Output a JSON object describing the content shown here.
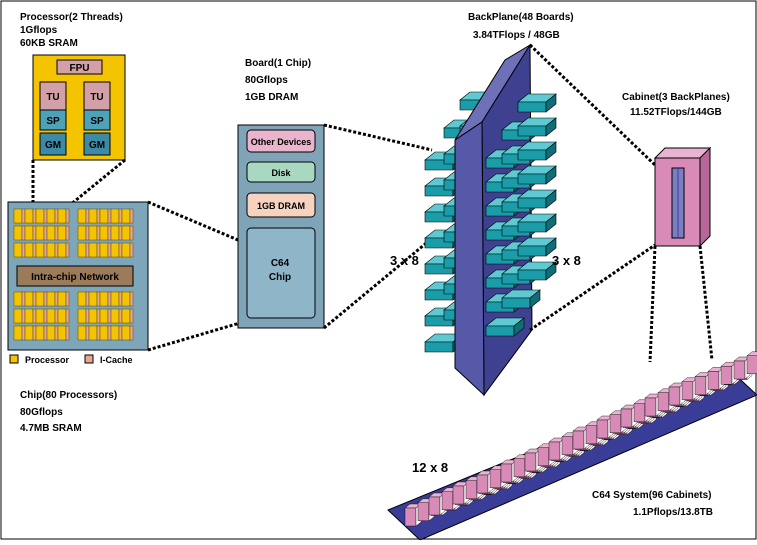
{
  "processor": {
    "title": "Processor(2 Threads)",
    "line1": "1Gflops",
    "line2": "60KB SRAM",
    "fpu": "FPU",
    "tu": "TU",
    "sp": "SP",
    "gm": "GM"
  },
  "chip": {
    "network": "Intra-chip Network",
    "legend_processor": "Processor",
    "legend_icache": "I-Cache",
    "title": "Chip(80 Processors)",
    "line1": "80Gflops",
    "line2": "4.7MB SRAM"
  },
  "board": {
    "title": "Board(1 Chip)",
    "line1": "80Gflops",
    "line2": "1GB DRAM",
    "other_devices": "Other Devices",
    "disk": "Disk",
    "dram": "1GB DRAM",
    "chip_line1": "C64",
    "chip_line2": "Chip"
  },
  "backplane": {
    "title": "BackPlane(48 Boards)",
    "line1": "3.84TFlops / 48GB",
    "left_count": "3 x 8",
    "right_count": "3 x 8"
  },
  "cabinet": {
    "title": "Cabinet(3 BackPlanes)",
    "line1": "11.52TFlops/144GB"
  },
  "system": {
    "count": "12 x 8",
    "title": "C64 System(96 Cabinets)",
    "line1": "1.1Pflops/13.8TB"
  },
  "colors": {
    "processor_yellow": "#f5c400",
    "icache_pink": "#e8a890",
    "chip_bg": "#7ea6ba",
    "network_brown": "#9b7b5a",
    "teal_board": "#1a9da8",
    "backplane_purple": "#4a4c9a",
    "cabinet_pink": "#d98bb8",
    "board_slate": "#7fa4b8"
  }
}
